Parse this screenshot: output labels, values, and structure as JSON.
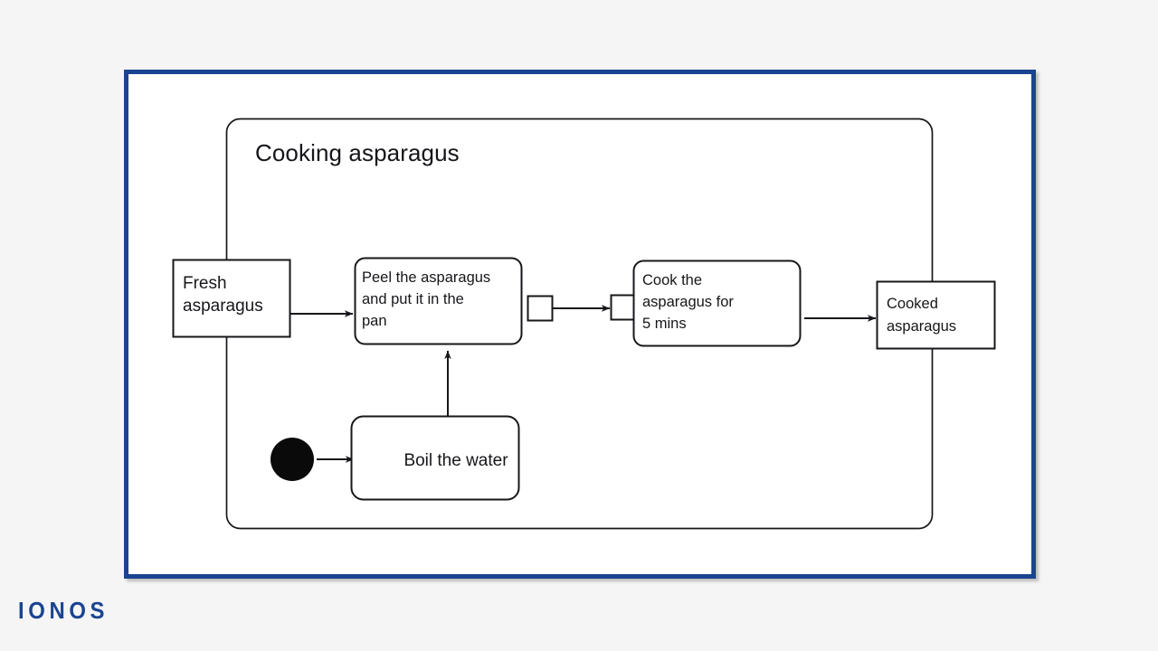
{
  "page": {
    "background_color": "#f5f5f5",
    "brand": {
      "wordmark": "IONOS",
      "color": "#1a4490"
    }
  },
  "slide": {
    "border_color": "#1a4490",
    "background_color": "#ffffff"
  },
  "diagram": {
    "kind": "uml-activity-diagram",
    "frame_title": "Cooking asparagus",
    "stroke_color": "#17171b",
    "nodes": [
      {
        "id": "fresh-asparagus",
        "type": "object-node",
        "label": "Fresh\nasparagus",
        "shape": "rectangle"
      },
      {
        "id": "peel-asparagus",
        "type": "action",
        "label": "Peel the asparagus\nand put it in the\npan",
        "shape": "rounded-rectangle"
      },
      {
        "id": "cook-asparagus",
        "type": "action",
        "label": "Cook the\nasparagus for\n5 mins",
        "shape": "rounded-rectangle"
      },
      {
        "id": "cooked-asparagus",
        "type": "object-node",
        "label": "Cooked\nasparagus",
        "shape": "rectangle"
      },
      {
        "id": "boil-water",
        "type": "action",
        "label": "Boil the water",
        "shape": "rounded-rectangle"
      },
      {
        "id": "initial-node",
        "type": "initial-node",
        "label": "",
        "shape": "filled-circle"
      },
      {
        "id": "output-pin-peel",
        "type": "output-pin",
        "label": "",
        "shape": "small-square"
      },
      {
        "id": "input-pin-cook",
        "type": "input-pin",
        "label": "",
        "shape": "small-square"
      }
    ],
    "edges": [
      {
        "from": "fresh-asparagus",
        "to": "peel-asparagus"
      },
      {
        "from": "output-pin-peel",
        "to": "input-pin-cook"
      },
      {
        "from": "cook-asparagus",
        "to": "cooked-asparagus"
      },
      {
        "from": "initial-node",
        "to": "boil-water"
      },
      {
        "from": "boil-water",
        "to": "peel-asparagus"
      }
    ]
  }
}
